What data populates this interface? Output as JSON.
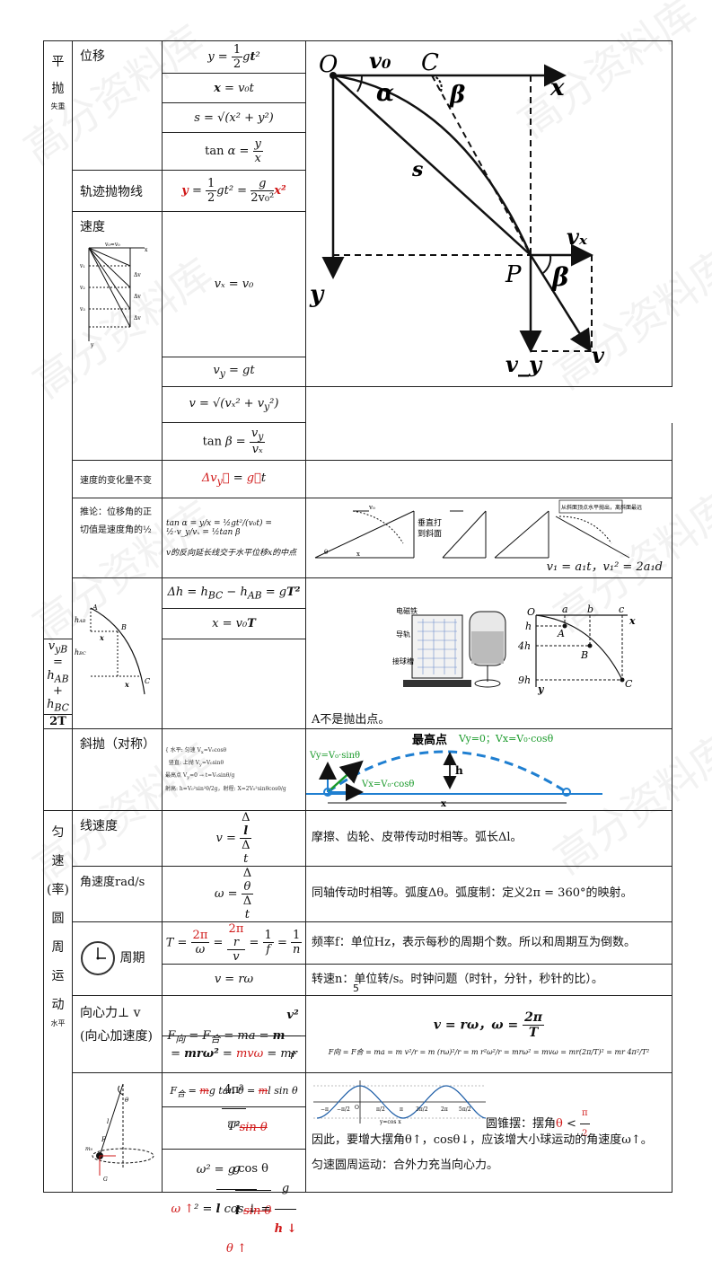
{
  "watermark": "高分资料库",
  "page_number": "5",
  "side": {
    "pingpao": [
      "平",
      "抛"
    ],
    "pingpao_sub": "失重",
    "yunsu": [
      "匀",
      "速",
      "(率)",
      "圆",
      "周",
      "运",
      "动"
    ],
    "yunsu_sub": "水平"
  },
  "rows": {
    "weiyi_label": "位移",
    "weiyi_eqs": [
      "y = ½gt²",
      "x = v₀t",
      "s = √(x² + y²)",
      "tan α = y/x"
    ],
    "guiji_label": "轨迹抛物线",
    "guiji_eq": "y = ½gt² = g/(2v₀²)·x²",
    "sudu_label": "速度",
    "sudu_eqs": [
      "vₓ = v₀",
      "v_y = gt",
      "v = √(vₓ² + v_y²)",
      "tan β = v_y/vₓ"
    ],
    "bianhua_label": "速度的变化量不变",
    "bianhua_eq": "Δv_y = g t",
    "tuilun_label": "推论：位移角的正切值是速度角的½",
    "tuilun_eq": "tan α = y/x = ½gt²/(v₀t) = ½·v_y/vₓ = ½tan β",
    "tuilun_note": "v的反向延长线交于水平位移x的中点",
    "tuilun_fig": {
      "a": "垂直打",
      "b": "到斜面",
      "c": "从斜面顶点水平抛出，离斜面最远",
      "result": "v₁ = a₁t，v₁² = 2a₁d"
    },
    "dh_eqs": [
      "Δh = h_BC − h_AB = gT²",
      "x = v₀T",
      "v_yB = (h_AB + h_BC)/(2T)"
    ],
    "dh_note": "A不是抛出点。",
    "dh_fig": {
      "labels": [
        "电磁铁",
        "导轨",
        "接球槽"
      ],
      "grid": [
        "O",
        "a",
        "b",
        "c",
        "x",
        "h",
        "4h",
        "9h",
        "y",
        "A",
        "B",
        "C"
      ]
    },
    "xiepao_label": "斜抛（对称）",
    "xiepao_fig": {
      "top": "最高点",
      "eq_top": "Vy=0；Vx=V₀·cosθ",
      "eq_y": "Vy=V₀·sinθ",
      "eq_x": "Vx=V₀·cosθ",
      "h": "h",
      "x": "x"
    },
    "xiansudu_label": "线速度",
    "xiansudu_eq": "v = Δl/Δt",
    "xiansudu_note": "摩擦、齿轮、皮带传动时相等。弧长Δl。",
    "jiaosudu_label": "角速度rad/s",
    "jiaosudu_eq": "ω = Δθ/Δt",
    "jiaosudu_note": "同轴传动时相等。弧度Δθ。弧度制：定义2π = 360°的映射。",
    "zhouqi_label": "周期",
    "zhouqi_eqs": [
      "T = 2π/ω = 2πr/v = 1/f = 1/n",
      "v = rω"
    ],
    "zhouqi_notes": [
      "频率f：单位Hz，表示每秒的周期个数。所以和周期互为倒数。",
      "转速n：单位转/s。时钟问题（时针，分针，秒针的比）。"
    ],
    "xiangxin_label": [
      "向心力⊥ v",
      "(向心加速度)"
    ],
    "xiangxin_eqs": [
      "F向 = F合 = ma = m v²/r",
      "= mrω² = mvω = mr 4π²/T²"
    ],
    "xiangxin_right": [
      "v = rω，ω = 2π/T",
      "F向 = F合 = ma = m v²/r = m (rω)²/r = m r²ω²/r = mrω² = mvω = mr(2π/T)² = mr 4π²/T²"
    ],
    "zhuibai_eqs": [
      "F合 = mg tan θ = ml sin θ ω²",
      "ω² = g (sinθ/cosθ)/(l sinθ)",
      "ω ↑² = g/(l cos↓θ↑) = g/h↓"
    ],
    "zhuibai_notes": [
      "圆锥摆：摆角θ < π/2",
      "因此，要增大摆角θ↑，cosθ↓，应该增大小球运动的角速度ω↑。",
      "匀速圆周运动：合外力充当向心力。"
    ],
    "graph_labels": [
      "−π",
      "−π/2",
      "O",
      "π/2",
      "π",
      "3π/2",
      "2π",
      "5π/2",
      "y=cos x"
    ]
  },
  "diagram_labels": {
    "O": "O",
    "v0": "v₀",
    "C": "C",
    "x": "x",
    "alpha": "α",
    "beta": "β",
    "s": "s",
    "vx": "vₓ",
    "P": "P",
    "y": "y",
    "vy": "v_y",
    "v": "v"
  },
  "colors": {
    "accent_red": "#d01818",
    "trajectory_blue": "#1f7fd1",
    "green_text": "#1a9a2a"
  }
}
